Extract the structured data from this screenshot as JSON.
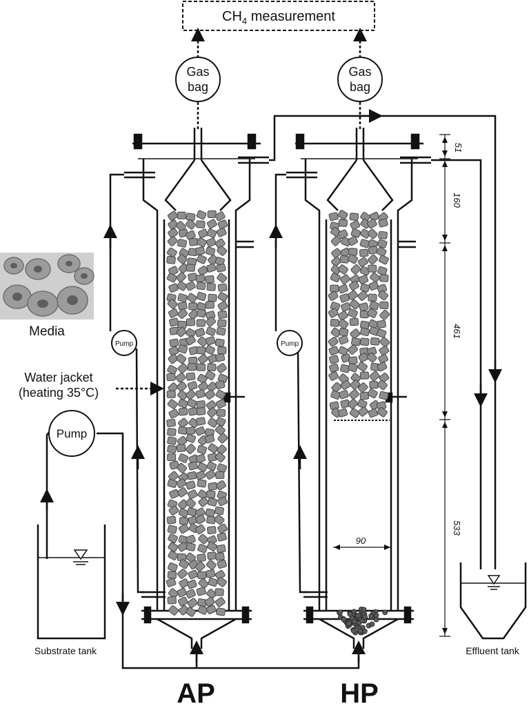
{
  "measurement": {
    "label": "CH",
    "subscript": "4",
    "suffix": " measurement"
  },
  "gas_bag": {
    "line1": "Gas",
    "line2": "bag"
  },
  "media": {
    "label": "Media"
  },
  "water_jacket": {
    "line1": "Water jacket",
    "line2": "(heating 35°C)"
  },
  "pump_small": {
    "label": "Pump"
  },
  "pump_large": {
    "label": "Pump"
  },
  "substrate_tank": {
    "label": "Substrate tank"
  },
  "effluent_tank": {
    "label": "Effluent tank"
  },
  "reactors": {
    "ap": "AP",
    "hp": "HP"
  },
  "dimensions": {
    "d51": "51",
    "d160": "160",
    "d461": "461",
    "d533": "533",
    "d90": "90"
  },
  "colors": {
    "line": "#111111",
    "media_fill": "#8e8e8e",
    "media_dark": "#444444"
  }
}
